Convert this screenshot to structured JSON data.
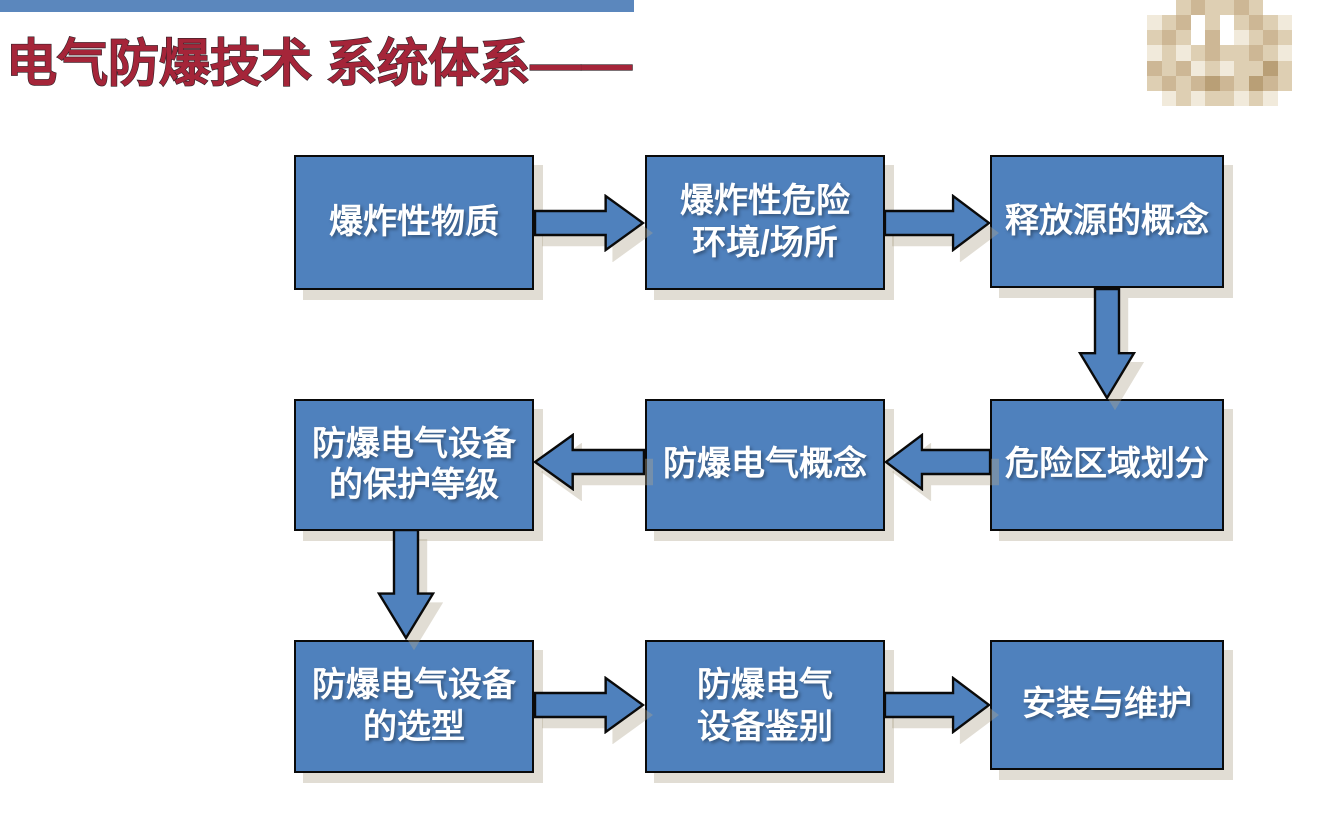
{
  "slide": {
    "title": "电气防爆技术 系统体系——",
    "colors": {
      "title": "#A52539",
      "top_bar": "#5B87BD",
      "box_fill": "#4F81BD",
      "box_border": "#0A0A0A",
      "box_text": "#FFFFFF",
      "arrow_fill": "#4F81BD",
      "arrow_stroke": "#0A0A0A"
    }
  },
  "logo": {
    "palette": [
      "#FFFFFF",
      "#F1EADB",
      "#DECFB3",
      "#CDB795",
      "#B99F76"
    ],
    "grid": [
      [
        0,
        0,
        2,
        3,
        2,
        2,
        3,
        2,
        0,
        0
      ],
      [
        1,
        2,
        3,
        0,
        2,
        0,
        2,
        3,
        2,
        1
      ],
      [
        2,
        3,
        2,
        0,
        3,
        0,
        1,
        2,
        3,
        2
      ],
      [
        1,
        2,
        1,
        2,
        3,
        2,
        2,
        3,
        2,
        1
      ],
      [
        3,
        2,
        3,
        1,
        2,
        1,
        2,
        2,
        4,
        2
      ],
      [
        2,
        3,
        2,
        3,
        4,
        3,
        2,
        4,
        3,
        2
      ],
      [
        0,
        1,
        2,
        1,
        2,
        2,
        1,
        2,
        1,
        0
      ]
    ]
  },
  "flowchart": {
    "nodes": [
      {
        "id": "explosive-substances",
        "lines": [
          "爆炸性物质",
          ""
        ]
      },
      {
        "id": "hazardous-environment",
        "lines": [
          "爆炸性危险",
          "环境/场所"
        ]
      },
      {
        "id": "release-source-concept",
        "lines": [
          "释放源的概念",
          ""
        ]
      },
      {
        "id": "equipment-protection-level",
        "lines": [
          "防爆电气设备",
          "的保护等级"
        ]
      },
      {
        "id": "exproof-electrical-concept",
        "lines": [
          "防爆电气概念",
          ""
        ]
      },
      {
        "id": "hazardous-area-classification",
        "lines": [
          "危险区域划分",
          ""
        ]
      },
      {
        "id": "equipment-selection",
        "lines": [
          "防爆电气设备",
          "的选型"
        ]
      },
      {
        "id": "equipment-identification",
        "lines": [
          "防爆电气",
          "设备鉴别"
        ]
      },
      {
        "id": "installation-maintenance",
        "lines": [
          "安装与维护",
          ""
        ]
      }
    ],
    "edges": [
      {
        "from": "爆炸性物质",
        "to": "爆炸性危险环境/场所",
        "direction": "right"
      },
      {
        "from": "爆炸性危险环境/场所",
        "to": "释放源的概念",
        "direction": "right"
      },
      {
        "from": "释放源的概念",
        "to": "危险区域划分",
        "direction": "down"
      },
      {
        "from": "危险区域划分",
        "to": "防爆电气概念",
        "direction": "left"
      },
      {
        "from": "防爆电气概念",
        "to": "防爆电气设备的保护等级",
        "direction": "left"
      },
      {
        "from": "防爆电气设备的保护等级",
        "to": "防爆电气设备的选型",
        "direction": "down"
      },
      {
        "from": "防爆电气设备的选型",
        "to": "防爆电气设备鉴别",
        "direction": "right"
      },
      {
        "from": "防爆电气设备鉴别",
        "to": "安装与维护",
        "direction": "right"
      }
    ]
  }
}
